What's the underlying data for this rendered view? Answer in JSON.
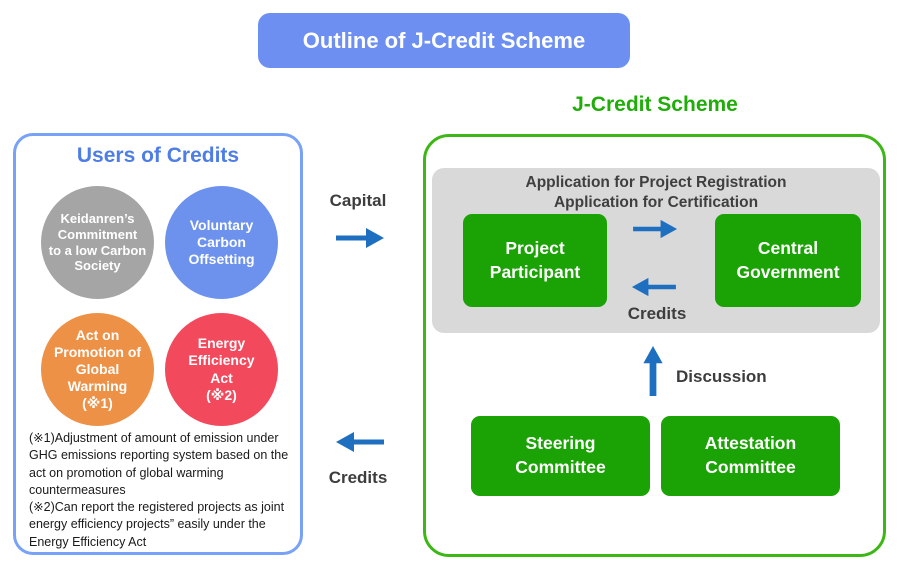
{
  "title_banner": {
    "label": "Outline of J-Credit Scheme"
  },
  "left_panel": {
    "title": "Users of Credits",
    "circles": [
      {
        "name": "keidanren",
        "label": "Keidanren’s\nCommitment\nto a low Carbon\nSociety",
        "color": "#a5a5a5"
      },
      {
        "name": "voluntary-carbon-offsetting",
        "label": "Voluntary\nCarbon\nOffsetting",
        "color": "#6c92ee"
      },
      {
        "name": "act-on-promotion-of-global-warming",
        "label": "Act on\nPromotion of\nGlobal\nWarming\n(※1)",
        "color": "#ed9146"
      },
      {
        "name": "energy-efficiency-act",
        "label": "Energy\nEfficiency\nAct\n(※2)",
        "color": "#f3495c"
      }
    ],
    "footnotes": [
      "(※1)Adjustment of amount of emission under GHG emissions reporting system based on the act on promotion of global warming countermeasures",
      "(※2)Can report the registered projects as joint energy efficiency projects” easily under the Energy Efficiency Act"
    ]
  },
  "flows": {
    "capital_label": "Capital",
    "credits_label": "Credits"
  },
  "right_panel": {
    "title": "J-Credit Scheme",
    "application_box": {
      "line1": "Application for Project Registration",
      "line2": "Application for Certification",
      "project_participant": "Project\nParticipant",
      "central_government": "Central\nGovernment",
      "credits_label": "Credits"
    },
    "discussion_label": "Discussion",
    "committees": [
      {
        "name": "steering-committee",
        "label": "Steering\nCommittee"
      },
      {
        "name": "attestation-committee",
        "label": "Attestation\nCommittee"
      }
    ]
  },
  "colors": {
    "banner_blue": "#6d8ff2",
    "left_border": "#78a2f8",
    "left_title": "#4e7de6",
    "gray_circle": "#a5a5a5",
    "blue_circle": "#6c92ee",
    "orange_circle": "#ed9146",
    "red_circle": "#f3495c",
    "green_box": "#1ba305",
    "green_border": "#3cb716",
    "green_title": "#1fae08",
    "gray_box": "#d9d9d9",
    "arrow_blue": "#1e6fc0"
  }
}
